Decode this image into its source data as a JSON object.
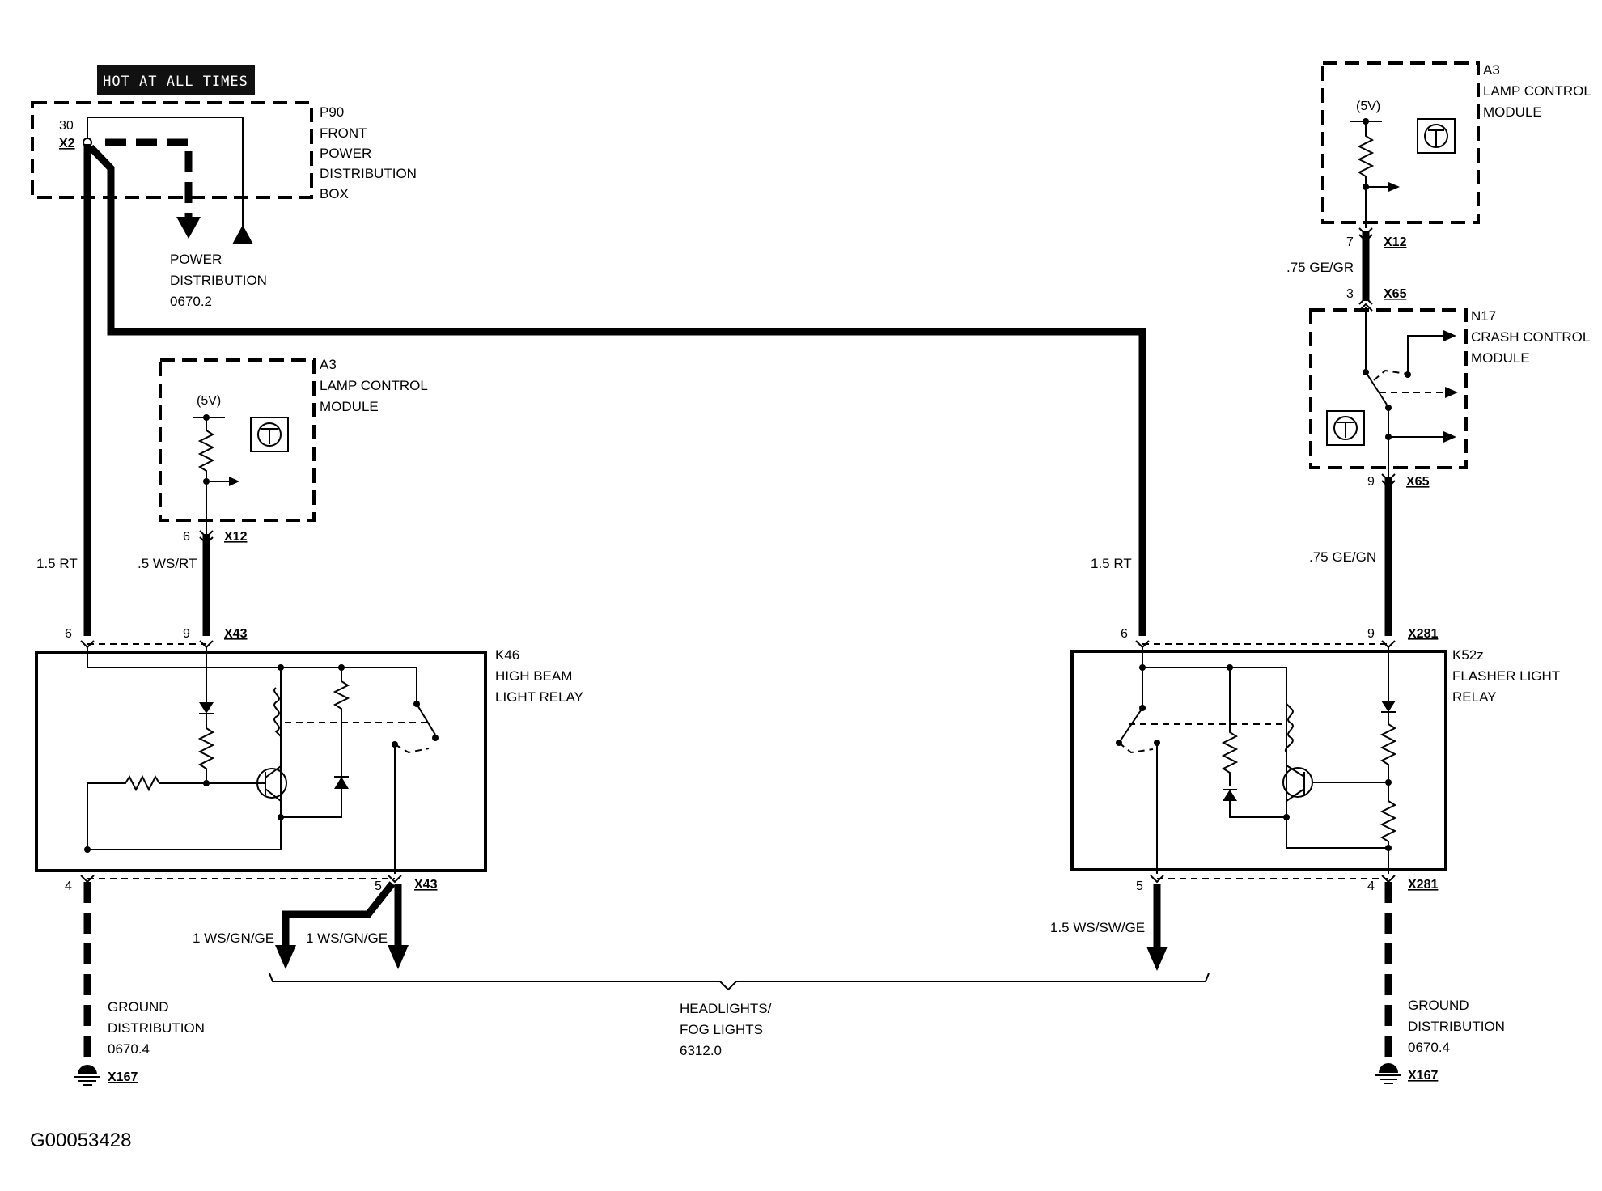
{
  "header_badge": "HOT AT ALL TIMES",
  "figure_id": "G00053428",
  "p90": {
    "pin_number": "30",
    "pin_connector": "X2",
    "lines": [
      "P90",
      "FRONT",
      "POWER",
      "DISTRIBUTION",
      "BOX"
    ]
  },
  "power_distribution": {
    "lines": [
      "POWER",
      "DISTRIBUTION",
      "0670.2"
    ]
  },
  "lamp_module_left": {
    "lines": [
      "A3",
      "LAMP CONTROL",
      "MODULE"
    ],
    "voltage": "(5V)"
  },
  "lamp_module_right": {
    "lines": [
      "A3",
      "LAMP CONTROL",
      "MODULE"
    ],
    "voltage": "(5V)"
  },
  "crash_module": {
    "lines": [
      "N17",
      "CRASH CONTROL",
      "MODULE"
    ]
  },
  "relay_left": {
    "lines": [
      "K46",
      "HIGH BEAM",
      "LIGHT RELAY"
    ]
  },
  "relay_right": {
    "lines": [
      "K52z",
      "FLASHER LIGHT",
      "RELAY"
    ]
  },
  "wires": {
    "left_red": "1.5 RT",
    "left_ws_rt": ".5 WS/RT",
    "right_red": "1.5 RT",
    "ge_gr": ".75 GE/GR",
    "ge_gn": ".75 GE/GN",
    "ws_gn_ge_a": "1 WS/GN/GE",
    "ws_gn_ge_b": "1 WS/GN/GE",
    "ws_sw_ge": "1.5 WS/SW/GE"
  },
  "pins": {
    "x12_left_pin": "6",
    "x12_left_conn": "X12",
    "k46_pin6": "6",
    "k46_pin9": "9",
    "k46_top_conn": "X43",
    "k46_pin4": "4",
    "k46_pin5": "5",
    "k46_bottom_conn": "X43",
    "k52_pin6": "6",
    "k52_pin9": "9",
    "k52_top_conn": "X281",
    "k52_pin5": "5",
    "k52_pin4": "4",
    "k52_bottom_conn": "X281",
    "x12_right_pin": "7",
    "x12_right_conn": "X12",
    "x65_top_pin": "3",
    "x65_top_conn": "X65",
    "x65_bottom_pin": "9",
    "x65_bottom_conn": "X65"
  },
  "ground_left": {
    "lines": [
      "GROUND",
      "DISTRIBUTION",
      "0670.4"
    ],
    "conn": "X167"
  },
  "ground_right": {
    "lines": [
      "GROUND",
      "DISTRIBUTION",
      "0670.4"
    ],
    "conn": "X167"
  },
  "headlights": {
    "lines": [
      "HEADLIGHTS/",
      "FOG LIGHTS",
      "6312.0"
    ]
  }
}
